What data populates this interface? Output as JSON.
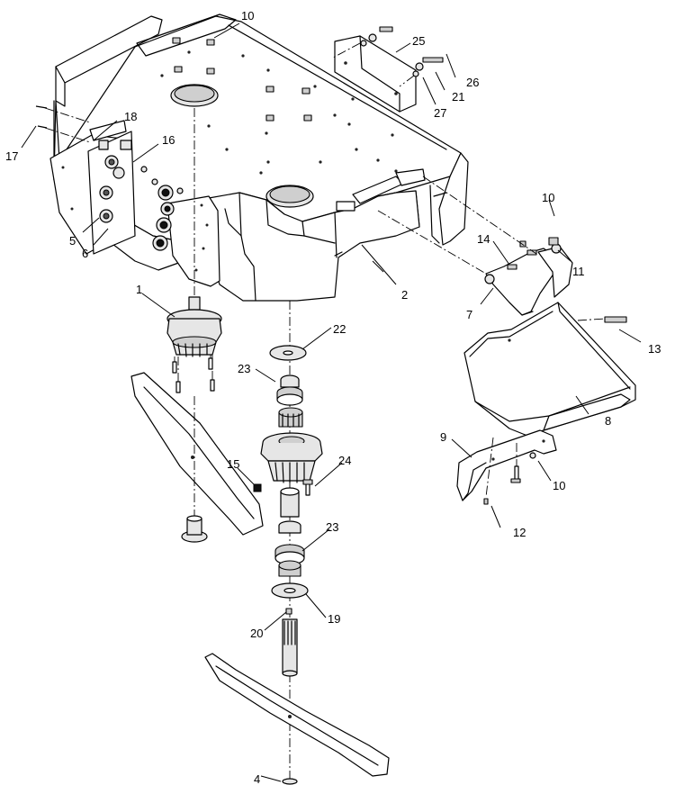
{
  "diagram": {
    "type": "exploded parts diagram",
    "callouts": [
      {
        "id": "c1",
        "text": "1"
      },
      {
        "id": "c2",
        "text": "2"
      },
      {
        "id": "c4",
        "text": "4"
      },
      {
        "id": "c5",
        "text": "5"
      },
      {
        "id": "c6",
        "text": "6"
      },
      {
        "id": "c7",
        "text": "7"
      },
      {
        "id": "c8",
        "text": "8"
      },
      {
        "id": "c9",
        "text": "9"
      },
      {
        "id": "c10a",
        "text": "10"
      },
      {
        "id": "c10b",
        "text": "10"
      },
      {
        "id": "c10c",
        "text": "10"
      },
      {
        "id": "c11",
        "text": "11"
      },
      {
        "id": "c12",
        "text": "12"
      },
      {
        "id": "c13",
        "text": "13"
      },
      {
        "id": "c14",
        "text": "14"
      },
      {
        "id": "c15",
        "text": "15"
      },
      {
        "id": "c16",
        "text": "16"
      },
      {
        "id": "c17",
        "text": "17"
      },
      {
        "id": "c18",
        "text": "18"
      },
      {
        "id": "c19",
        "text": "19"
      },
      {
        "id": "c20",
        "text": "20"
      },
      {
        "id": "c21",
        "text": "21"
      },
      {
        "id": "c22",
        "text": "22"
      },
      {
        "id": "c23a",
        "text": "23"
      },
      {
        "id": "c23b",
        "text": "23"
      },
      {
        "id": "c24",
        "text": "24"
      },
      {
        "id": "c25",
        "text": "25"
      },
      {
        "id": "c26",
        "text": "26"
      },
      {
        "id": "c27",
        "text": "27"
      }
    ]
  }
}
